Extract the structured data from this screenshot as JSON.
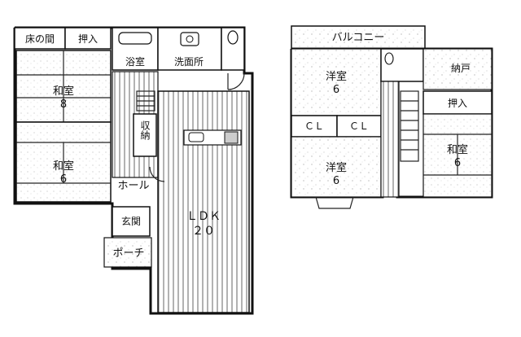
{
  "floor1": {
    "tokonoma": "床の間",
    "oshiire": "押入",
    "bath": "浴室",
    "washroom": "洗面所",
    "washitsu8": {
      "name": "和室",
      "size": "8"
    },
    "washitsu6": {
      "name": "和室",
      "size": "6"
    },
    "storage": "収納",
    "hall": "ホール",
    "entrance": "玄関",
    "porch": "ポーチ",
    "ldk": {
      "name": "ＬＤＫ",
      "size": "２０"
    }
  },
  "floor2": {
    "balcony": "バルコニー",
    "youshitsu_n": {
      "name": "洋室",
      "size": "6"
    },
    "nando": "納戸",
    "closet_a": "ＣＬ",
    "closet_b": "ＣＬ",
    "oshiire": "押入",
    "washitsu": {
      "name": "和室",
      "size": "6"
    },
    "youshitsu_s": {
      "name": "洋室",
      "size": "6"
    }
  }
}
